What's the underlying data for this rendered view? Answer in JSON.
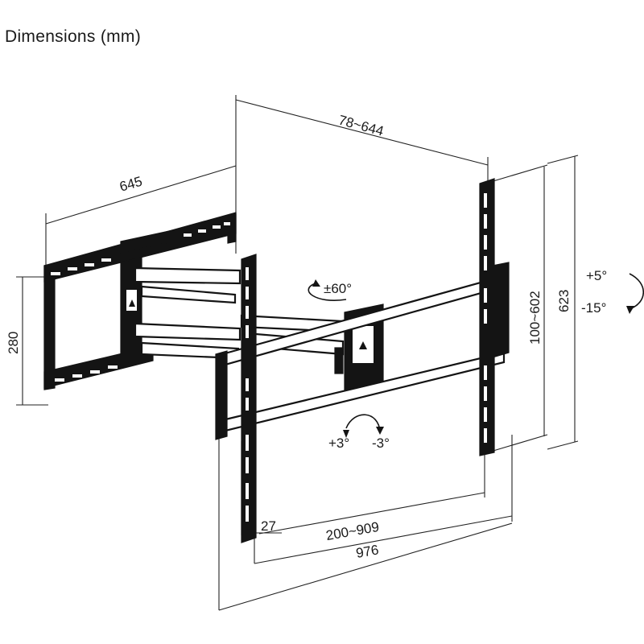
{
  "header": {
    "title": "Dimensions (mm)"
  },
  "dimensions": {
    "depth": "645",
    "arm_extension": "78~644",
    "height_wall_plate": "280",
    "vertical_spacing": "100~602",
    "bracket_height": "623",
    "horizontal_spacing": "200~909",
    "edge_offset": "27",
    "total_width": "976"
  },
  "motion": {
    "swivel": "±60°",
    "tilt_up": "+5°",
    "tilt_down": "-15°",
    "rotation_plus": "+3°",
    "rotation_minus": "-3°"
  },
  "icons": [
    "swivel-arrow-icon",
    "tilt-arrow-icon",
    "rotation-arrow-icon"
  ]
}
